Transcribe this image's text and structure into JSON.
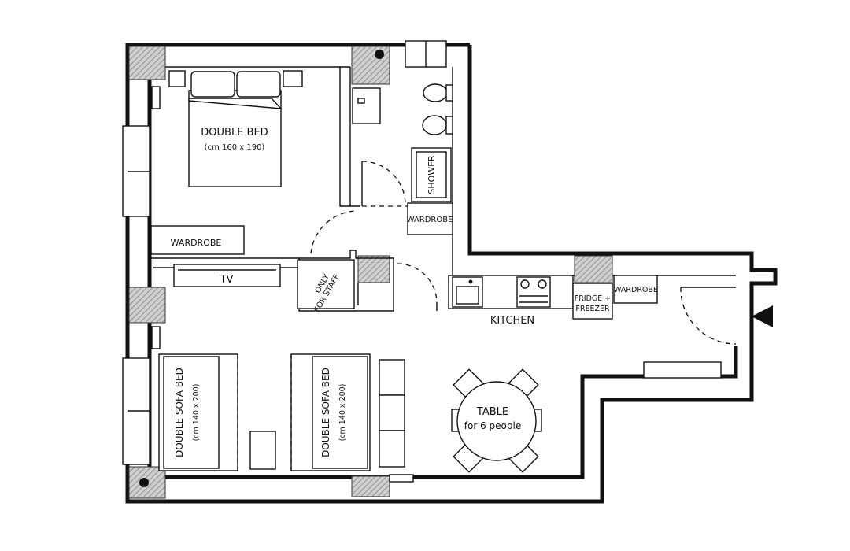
{
  "labels": {
    "double_bed": "DOUBLE BED",
    "double_bed_size": "(cm 160 x 190)",
    "wardrobe_bedroom": "WARDROBE",
    "tv": "TV",
    "only": "ONLY",
    "for_staff": "FOR STAFF",
    "shower": "SHOWER",
    "wardrobe_bath": "WARDROBE",
    "kitchen": "KITCHEN",
    "fridge_1": "FRIDGE +",
    "fridge_2": "FREEZER",
    "wardrobe_entry": "WARDROBE",
    "sofa_bed_1": "DOUBLE SOFA BED",
    "sofa_bed_1_size": "(cm 140 x 200)",
    "sofa_bed_2": "DOUBLE SOFA BED",
    "sofa_bed_2_size": "(cm 140 x 200)",
    "table": "TABLE",
    "table_capacity": "for 6 people"
  },
  "colors": {
    "wall": "#111111",
    "hatch": "#8a8a8a",
    "background": "#ffffff"
  }
}
